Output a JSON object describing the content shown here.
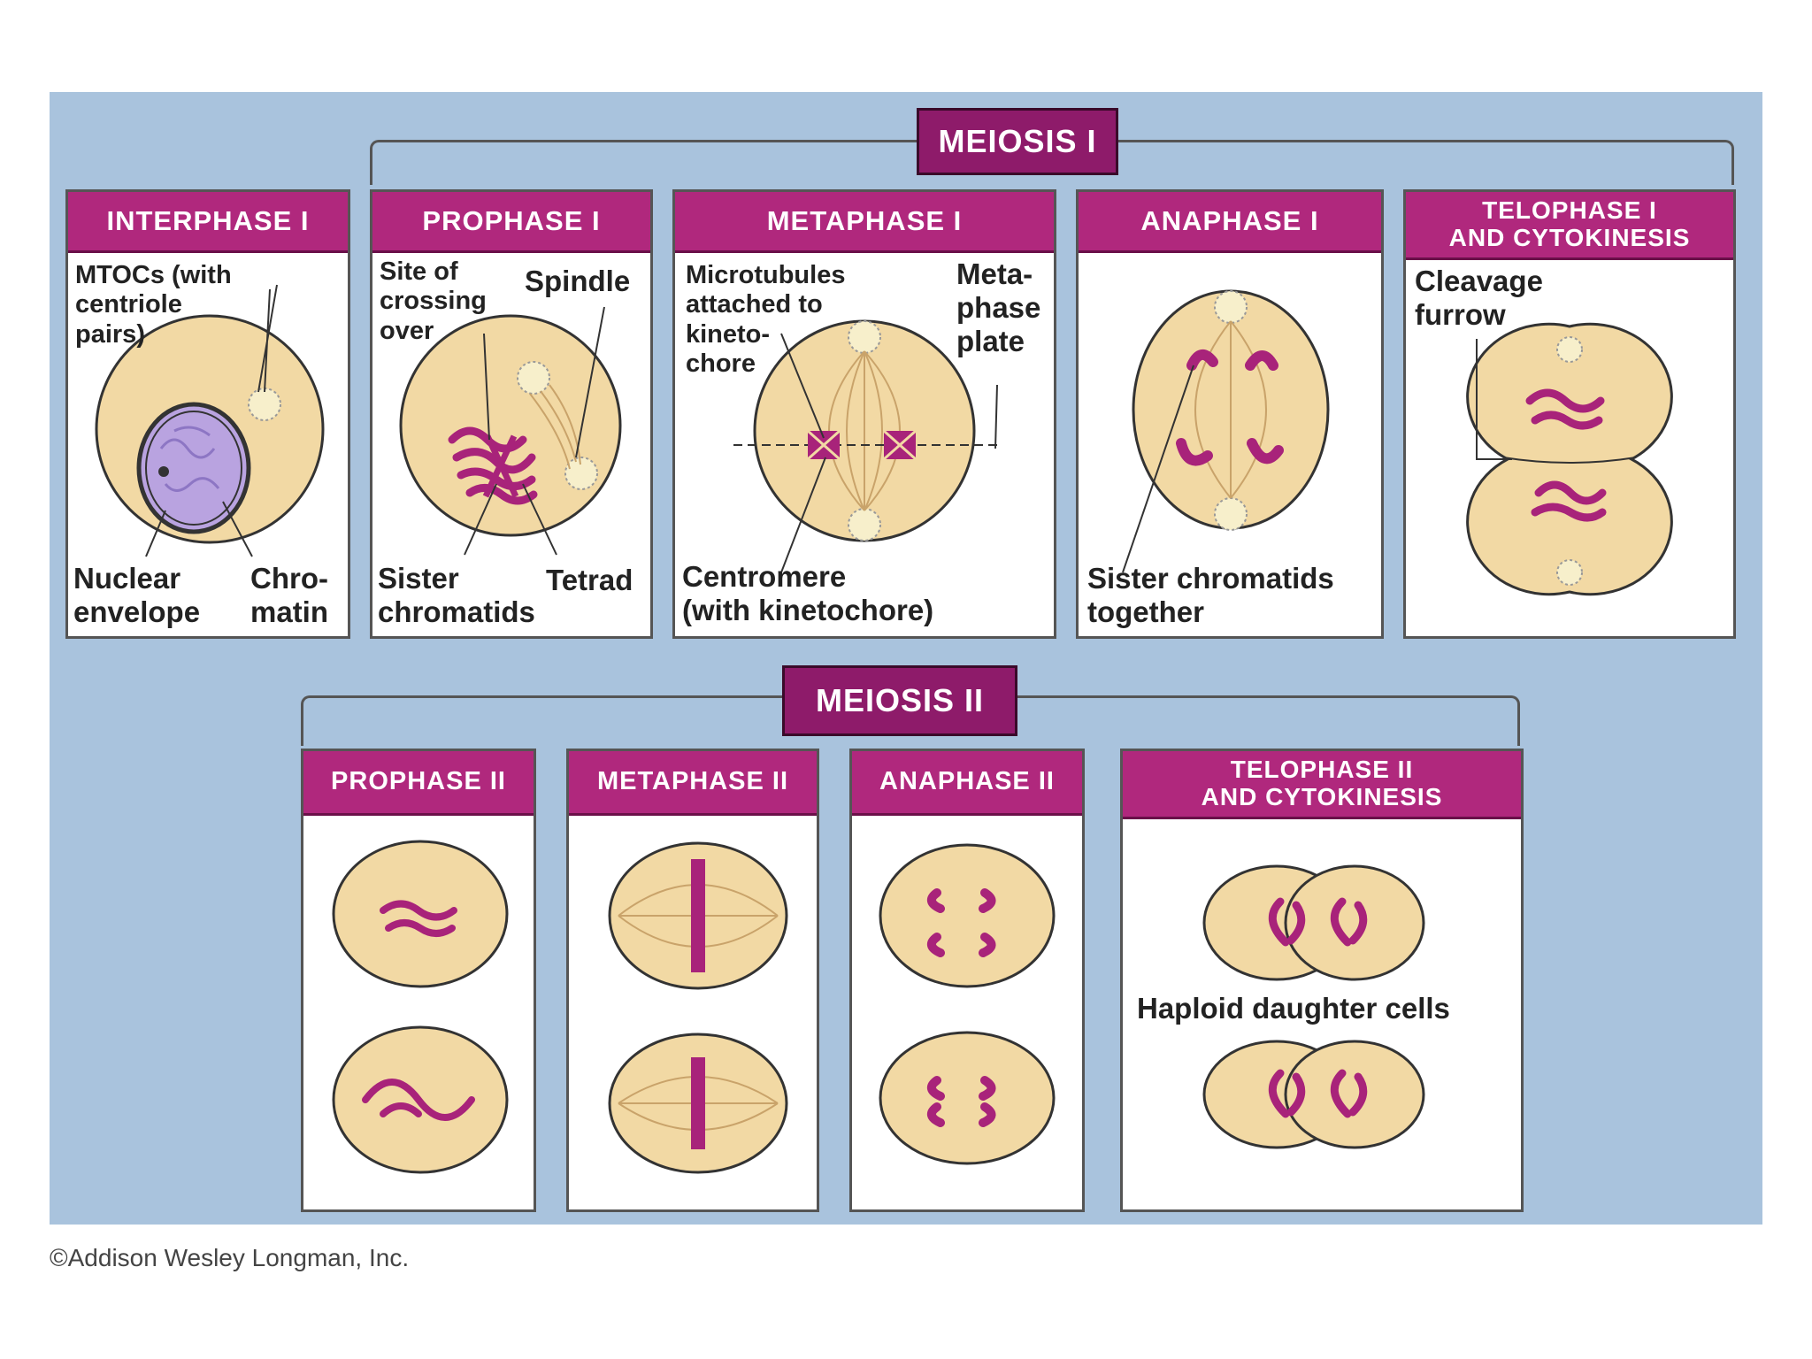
{
  "meiosis1": {
    "title": "MEIOSIS I",
    "stages": {
      "interphase": {
        "title": "INTERPHASE I",
        "labels": {
          "mtocs": "MTOCs (with\ncentriole\npairs)",
          "nuclear": "Nuclear\nenvelope",
          "chromatin": "Chro-\nmatin"
        }
      },
      "prophase": {
        "title": "PROPHASE I",
        "labels": {
          "crossing": "Site of\ncrossing\nover",
          "spindle": "Spindle",
          "sister": "Sister\nchromatids",
          "tetrad": "Tetrad"
        }
      },
      "metaphase": {
        "title": "METAPHASE I",
        "labels": {
          "microtubules": "Microtubules\nattached to\nkineto-\nchore",
          "plate": "Meta-\nphase\nplate",
          "centromere": "Centromere\n(with kinetochore)"
        }
      },
      "anaphase": {
        "title": "ANAPHASE I",
        "labels": {
          "together": "Sister chromatids\ntogether"
        }
      },
      "telophase": {
        "title": "TELOPHASE I\nAND CYTOKINESIS",
        "labels": {
          "cleavage": "Cleavage\nfurrow"
        }
      }
    }
  },
  "meiosis2": {
    "title": "MEIOSIS II",
    "stages": {
      "prophase": {
        "title": "PROPHASE II"
      },
      "metaphase": {
        "title": "METAPHASE II"
      },
      "anaphase": {
        "title": "ANAPHASE II"
      },
      "telophase": {
        "title": "TELOPHASE II\nAND CYTOKINESIS",
        "labels": {
          "haploid": "Haploid daughter cells"
        }
      }
    }
  },
  "copyright": "©Addison Wesley Longman, Inc.",
  "colors": {
    "panel": "#a9c3dd",
    "header": "#b0287d",
    "banner": "#8e1b6a",
    "cell": "#f2d9a4",
    "chromosome": "#a8237a",
    "nucleus": "#b9a3e0"
  }
}
